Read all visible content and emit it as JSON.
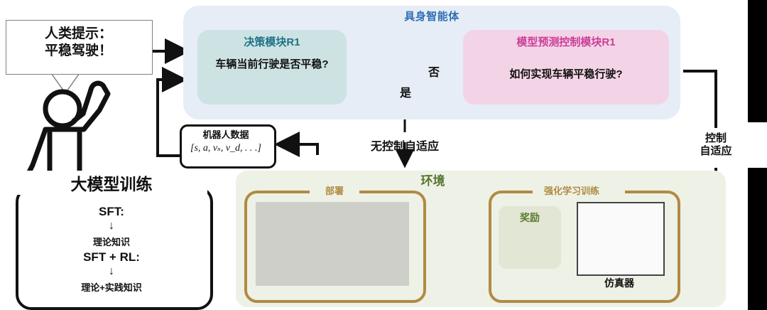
{
  "agent": {
    "panel_title": "具身智能体",
    "decision": {
      "title": "决策模块R1",
      "question": "车辆当前行驶是否平稳?"
    },
    "mpc": {
      "title": "模型预测控制模块R1",
      "question": "如何实现车辆平稳行驶?"
    }
  },
  "human": {
    "bubble_text": "人类提示：平稳驾驶！"
  },
  "robot_data": {
    "title": "机器人数据",
    "vector": "[s, a, vₛ, v_d, . . .]"
  },
  "training": {
    "title": "大模型训练",
    "stage1_label": "SFT:",
    "stage1_arrow": "↓",
    "stage1_result": "理论知识",
    "stage2_label": "SFT + RL:",
    "stage2_arrow": "↓",
    "stage2_result": "理论+实践知识"
  },
  "environment": {
    "title": "环境",
    "deploy": {
      "title": "部署"
    },
    "rl": {
      "title": "强化学习训练",
      "loop_icon": "loop-arrow-icon",
      "reward": {
        "title": "奖励",
        "icon": "carrot-on-stick-icon"
      },
      "simulator_label": "仿真器"
    }
  },
  "flow": {
    "no_label": "否",
    "yes_label": "是",
    "no_control_adapt": "无控制自适应",
    "control_adapt": "控制\n自适应",
    "control_adapt_line1": "控制",
    "control_adapt_line2": "自适应"
  },
  "colors": {
    "agent_panel": "#e6edf6",
    "agent_title": "#2f6fb5",
    "decision_box": "#cde3e3",
    "decision_title": "#1d7188",
    "mpc_box": "#f3d4e6",
    "mpc_title": "#cc3d99",
    "env_panel": "#eef1e6",
    "env_title": "#55762f",
    "gold_border": "#b08b43",
    "reward_box": "#e2e6d4",
    "dashed_divider": "#4a6b2a",
    "stroke": "#111111"
  }
}
